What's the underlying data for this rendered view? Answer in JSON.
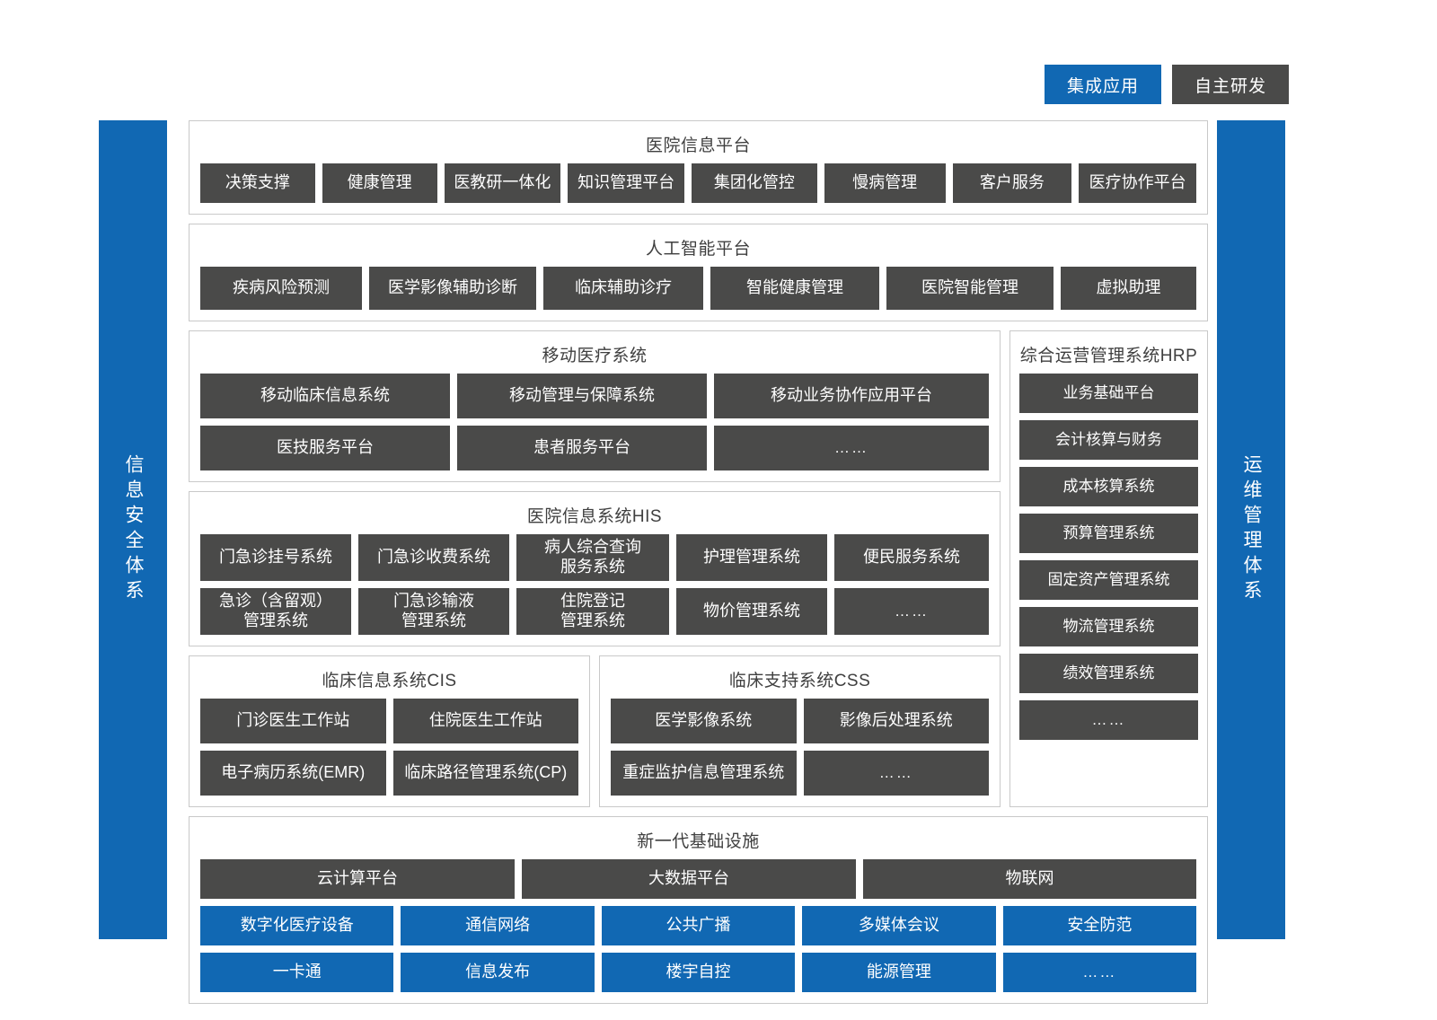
{
  "legend": {
    "integrated": "集成应用",
    "self_developed": "自主研发"
  },
  "side_bars": {
    "left": "信息安全体系",
    "right": "运维管理体系"
  },
  "colors": {
    "blue": "#1168b3",
    "gray": "#4a4a49",
    "panel_border": "#c9c9c9",
    "text_on_box": "#ffffff",
    "title_text": "#3f3f3f"
  },
  "sections": {
    "hospital_info_platform": {
      "title": "医院信息平台",
      "items": [
        "决策支撑",
        "健康管理",
        "医教研一体化",
        "知识管理平台",
        "集团化管控",
        "慢病管理",
        "客户服务",
        "医疗协作平台"
      ]
    },
    "ai_platform": {
      "title": "人工智能平台",
      "items": [
        "疾病风险预测",
        "医学影像辅助诊断",
        "临床辅助诊疗",
        "智能健康管理",
        "医院智能管理",
        "虚拟助理"
      ]
    },
    "mobile_medical": {
      "title": "移动医疗系统",
      "row1": [
        "移动临床信息系统",
        "移动管理与保障系统",
        "移动业务协作应用平台"
      ],
      "row2": [
        "医技服务平台",
        "患者服务平台",
        "……"
      ]
    },
    "his": {
      "title": "医院信息系统HIS",
      "row1": [
        "门急诊挂号系统",
        "门急诊收费系统",
        "病人综合查询\n服务系统",
        "护理管理系统",
        "便民服务系统"
      ],
      "row2": [
        "急诊（含留观）\n管理系统",
        "门急诊输液\n管理系统",
        "住院登记\n管理系统",
        "物价管理系统",
        "……"
      ]
    },
    "cis": {
      "title": "临床信息系统CIS",
      "row1": [
        "门诊医生工作站",
        "住院医生工作站"
      ],
      "row2": [
        "电子病历系统(EMR)",
        "临床路径管理系统(CP)"
      ]
    },
    "css": {
      "title": "临床支持系统CSS",
      "row1": [
        "医学影像系统",
        "影像后处理系统"
      ],
      "row2": [
        "重症监护信息管理系统",
        "……"
      ]
    },
    "hrp": {
      "title": "综合运营管理系统HRP",
      "items": [
        "业务基础平台",
        "会计核算与财务",
        "成本核算系统",
        "预算管理系统",
        "固定资产管理系统",
        "物流管理系统",
        "绩效管理系统",
        "……"
      ]
    },
    "infrastructure": {
      "title": "新一代基础设施",
      "platforms": [
        "云计算平台",
        "大数据平台",
        "物联网"
      ],
      "row1": [
        "数字化医疗设备",
        "通信网络",
        "公共广播",
        "多媒体会议",
        "安全防范"
      ],
      "row2": [
        "一卡通",
        "信息发布",
        "楼宇自控",
        "能源管理",
        "……"
      ]
    }
  }
}
